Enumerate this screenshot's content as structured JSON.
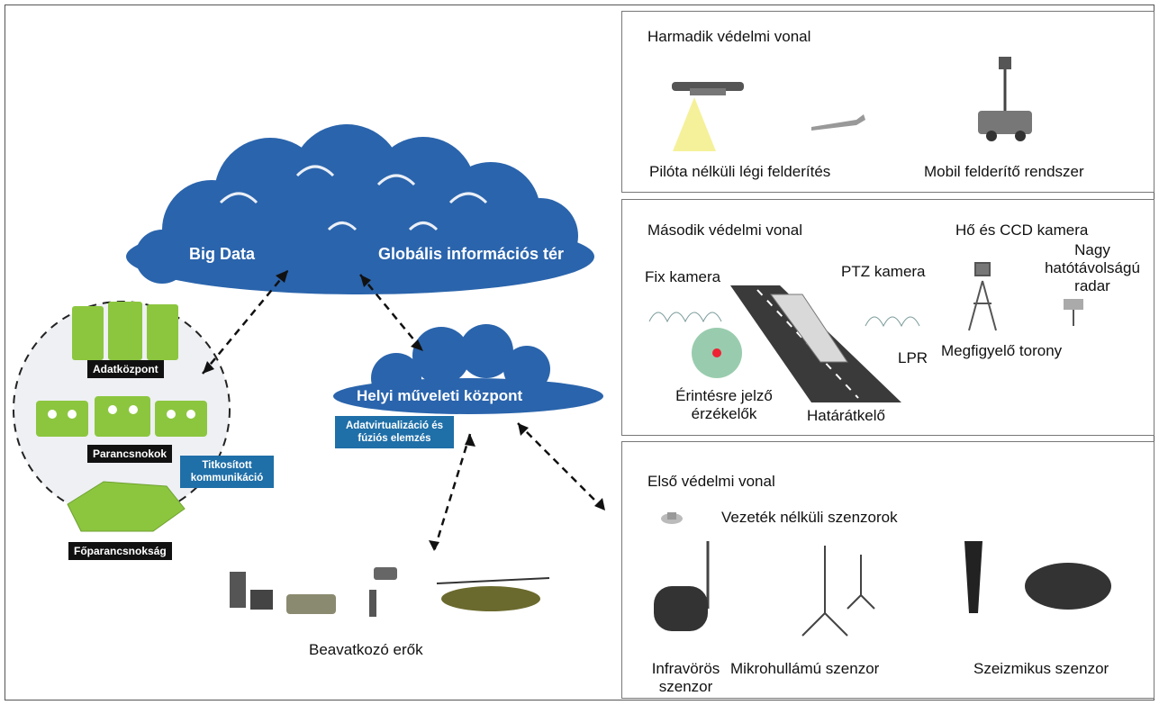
{
  "left": {
    "cloud_big_data": "Big Data",
    "cloud_global": "Globális információs tér",
    "cloud_local": "Helyi műveleti központ",
    "data_virtualization": "Adatvirtualizáció és fúziós elemzés",
    "adatkozpont": "Adatközpont",
    "parancsnokok": "Parancsnokok",
    "titkositott": "Titkosított kommunikáció",
    "foparancsnoksag": "Főparancsnokság",
    "beavatkozo": "Beavatkozó erők"
  },
  "panels": {
    "third": {
      "title": "Harmadik védelmi vonal",
      "uav": "Pilóta nélküli légi felderítés",
      "mobile": "Mobil felderítő rendszer"
    },
    "second": {
      "title": "Második védelmi vonal",
      "thermal": "Hő és CCD kamera",
      "radar": "Nagy hatótávolságú radar",
      "fix_camera": "Fix kamera",
      "ptz_camera": "PTZ kamera",
      "tower": "Megfigyelő torony",
      "lpr": "LPR",
      "touch_sensors": "Érintésre jelző érzékelők",
      "border_crossing": "Határátkelő"
    },
    "first": {
      "title": "Első védelmi vonal",
      "wireless": "Vezeték nélküli szenzorok",
      "infrared": "Infravörös szenzor",
      "microwave": "Mikrohullámú szenzor",
      "seismic": "Szeizmikus szenzor"
    }
  },
  "colors": {
    "cloud": "#2a64ac",
    "green": "#8cc63f",
    "tag_blue": "#1f6fa8"
  }
}
